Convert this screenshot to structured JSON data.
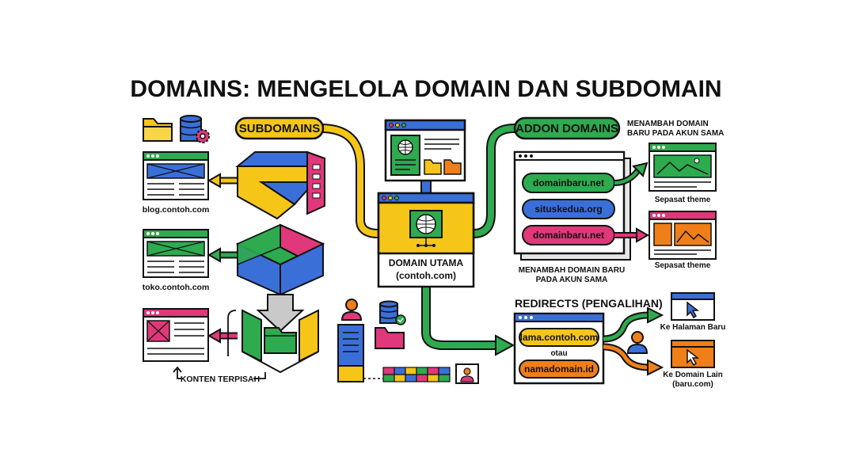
{
  "title": "DOMAINS: MENGELOLA DOMAIN DAN SUBDOMAIN",
  "subdomains": {
    "label": "SUBDOMAINS",
    "sites": [
      "blog.contoh.com",
      "toko.contoh.com"
    ],
    "separate_content_label": "KONTEN TERPISAH"
  },
  "main_domain": {
    "label": "DOMAIN UTAMA",
    "sub": "(contoh.com)"
  },
  "addon": {
    "label": "ADDON DOMAINS",
    "note_line1": "MENAMBAH DOMAIN",
    "note_line2": "BARU PADA AKUN SAMA",
    "domains": [
      "domainbaru.net",
      "situskedua.org",
      "domainbaru.net"
    ],
    "theme_labels": [
      "Sepasat theme",
      "Sepasat theme"
    ],
    "caption_line1": "MENAMBAH DOMAIN BARU",
    "caption_line2": "PADA AKUN SAMA"
  },
  "redirects": {
    "label": "REDIRECTS (PENGALIHAN)",
    "from": "lama.contoh.com",
    "or": "otau",
    "to": "namadomain.id",
    "target1": "Ke Halaman Baru",
    "target2_line1": "Ke Domain Lain",
    "target2_line2": "(baru.com)"
  },
  "colors": {
    "yellow": "#F5C518",
    "green": "#2EAA4F",
    "blue": "#3B6FD8",
    "pink": "#E0387A",
    "orange": "#F07F1A",
    "outline": "#111111"
  }
}
